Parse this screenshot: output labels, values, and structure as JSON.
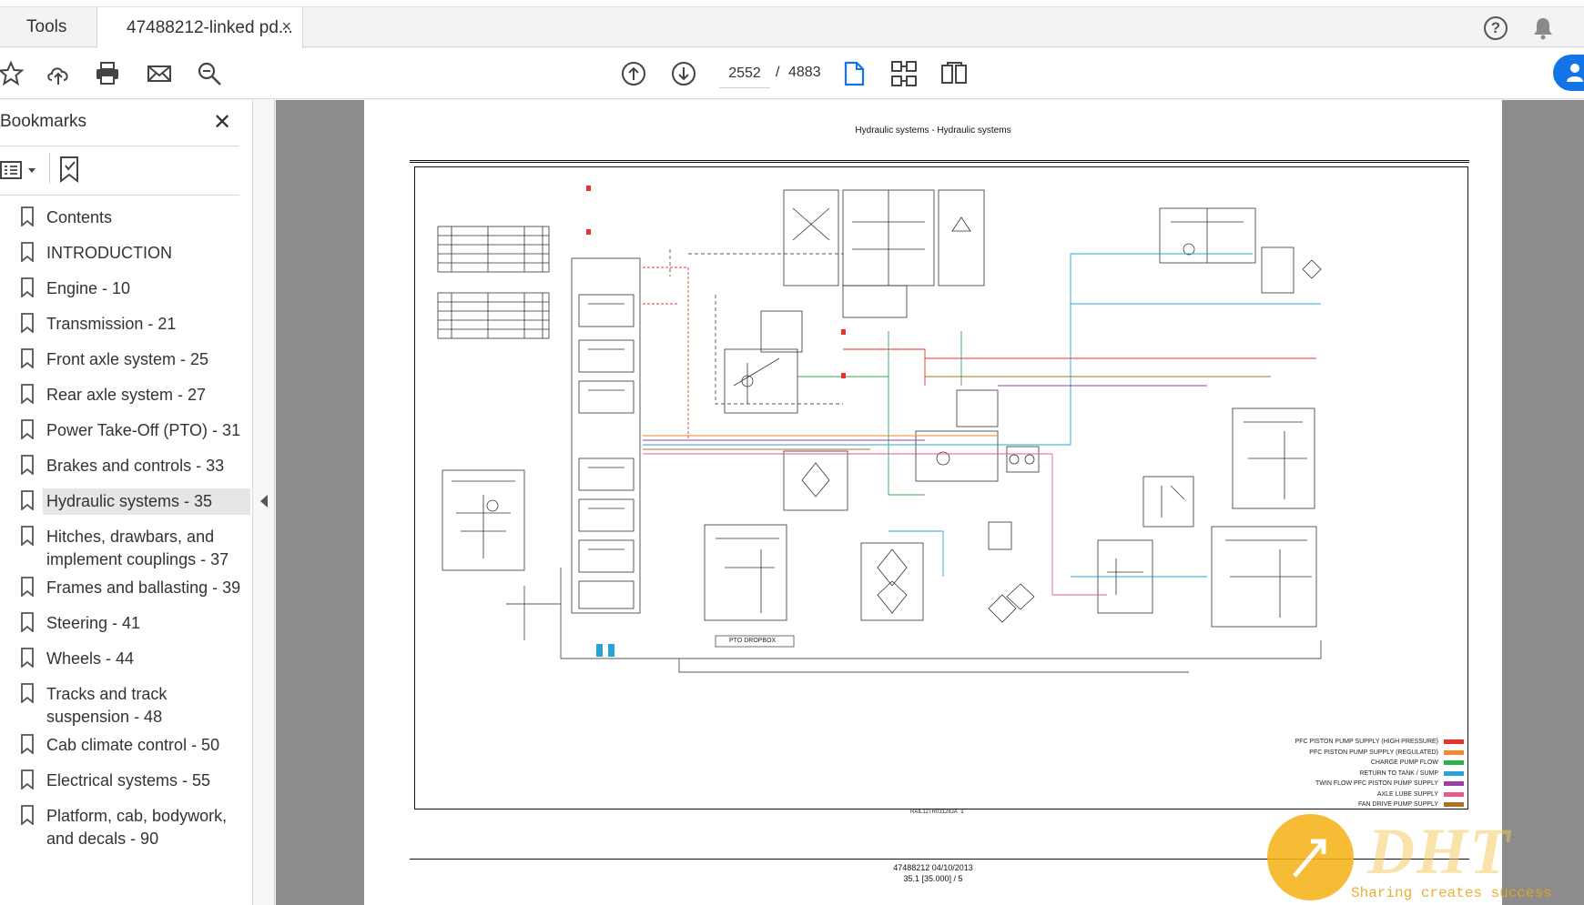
{
  "tabs": {
    "tools_label": "Tools",
    "document_label": "47488212-linked pd...",
    "close_glyph": "×"
  },
  "toolbar": {
    "current_page": "2552",
    "page_separator": "/",
    "total_pages": "4883",
    "icons": [
      "star-icon",
      "cloud-upload-icon",
      "print-icon",
      "email-icon",
      "zoom-icon",
      "page-up-icon",
      "page-down-icon",
      "single-page-icon",
      "page-thumbnails-icon",
      "two-page-icon"
    ]
  },
  "sidebar": {
    "title": "Bookmarks",
    "close_glyph": "✕",
    "bookmarks": [
      {
        "label": "Contents"
      },
      {
        "label": "INTRODUCTION"
      },
      {
        "label": "Engine - 10"
      },
      {
        "label": "Transmission - 21"
      },
      {
        "label": "Front axle system - 25"
      },
      {
        "label": "Rear axle system - 27"
      },
      {
        "label": "Power Take-Off (PTO) - 31"
      },
      {
        "label": "Brakes and controls - 33"
      },
      {
        "label": "Hydraulic systems - 35",
        "active": true
      },
      {
        "label": "Hitches, drawbars, and implement couplings - 37"
      },
      {
        "label": "Frames and ballasting - 39"
      },
      {
        "label": "Steering - 41"
      },
      {
        "label": "Wheels - 44"
      },
      {
        "label": "Tracks and track suspension - 48"
      },
      {
        "label": "Cab climate control - 50"
      },
      {
        "label": "Electrical systems - 55"
      },
      {
        "label": "Platform, cab, bodywork, and decals - 90"
      }
    ]
  },
  "document": {
    "page_title": "Hydraulic systems - Hydraulic systems",
    "drawing_ref": "RAIL12TR03128JA",
    "drawing_number": "1",
    "footer_line1": "47488212 04/10/2013",
    "footer_line2": "35.1 [35.000] / 5",
    "pto_label": "PTO DROPBOX",
    "legend": [
      {
        "label": "PFC PISTON PUMP SUPPLY (HIGH PRESSURE)",
        "color": "#e8332a"
      },
      {
        "label": "PFC PISTON PUMP SUPPLY (REGULATED)",
        "color": "#f08a2c"
      },
      {
        "label": "CHARGE PUMP FLOW",
        "color": "#2fae4a"
      },
      {
        "label": "RETURN TO TANK / SUMP",
        "color": "#27a3d8"
      },
      {
        "label": "TWIN FLOW PFC PISTON PUMP SUPPLY",
        "color": "#9b3fa6"
      },
      {
        "label": "AXLE LUBE SUPPLY",
        "color": "#e85a8a"
      },
      {
        "label": "FAN DRIVE PUMP SUPPLY",
        "color": "#b0701c"
      }
    ]
  },
  "watermark": {
    "brand": "DHT",
    "slogan": "Sharing creates success"
  },
  "colors": {
    "accent": "#1473e6",
    "doc_background": "#8c8c8c"
  }
}
